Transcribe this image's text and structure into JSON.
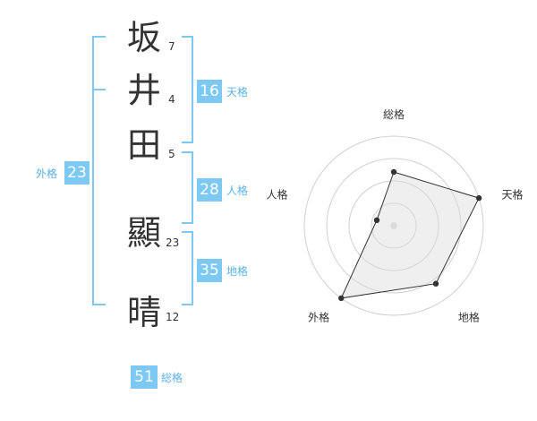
{
  "name": {
    "characters": [
      {
        "char": "坂",
        "strokes": "7"
      },
      {
        "char": "井",
        "strokes": "4"
      },
      {
        "char": "田",
        "strokes": "5"
      },
      {
        "char": "顯",
        "strokes": "23"
      },
      {
        "char": "晴",
        "strokes": "12"
      }
    ]
  },
  "fortunes": {
    "tenkaku": {
      "value": "16",
      "label": "天格"
    },
    "jinkaku": {
      "value": "28",
      "label": "人格"
    },
    "chikaku": {
      "value": "35",
      "label": "地格"
    },
    "gaikaku": {
      "value": "23",
      "label": "外格"
    },
    "soukaku": {
      "value": "51",
      "label": "総格"
    }
  },
  "colors": {
    "accent": "#7ec9f3",
    "accent_text": "#5bb2e6"
  },
  "chart_data": {
    "type": "radar",
    "axes": [
      "総格",
      "天格",
      "地格",
      "外格",
      "人格"
    ],
    "values": [
      3,
      5,
      4,
      5,
      1
    ],
    "max": 5,
    "rings": 4
  }
}
